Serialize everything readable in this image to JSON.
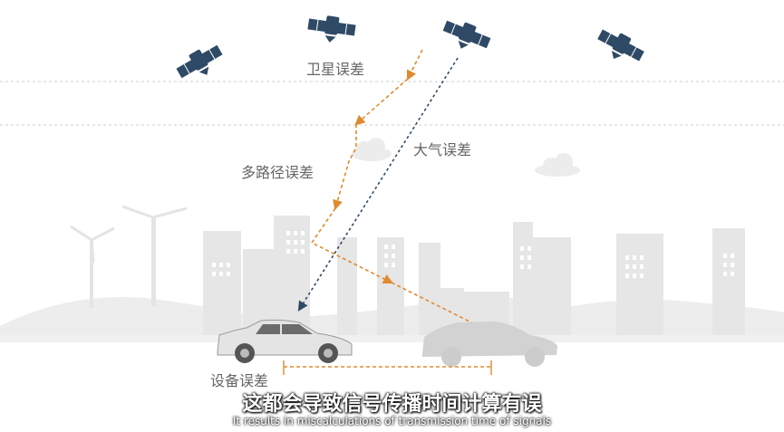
{
  "labels": {
    "satellite_error": "卫星误差",
    "atmosphere_error": "大气误差",
    "multipath_error": "多路径误差",
    "device_error": "设备误差"
  },
  "caption": {
    "chinese": "这都会导致信号传播时间计算有误",
    "english": "It results in miscalculations of transmission time of signals"
  },
  "colors": {
    "satellite": "#2f4a66",
    "orange_path": "#e08a2e",
    "blue_path": "#2f4a66",
    "city": "#e6e6e6",
    "hills": "#ededed",
    "car_real": "#e0e0e0",
    "car_ghost": "#d2d2d2"
  }
}
